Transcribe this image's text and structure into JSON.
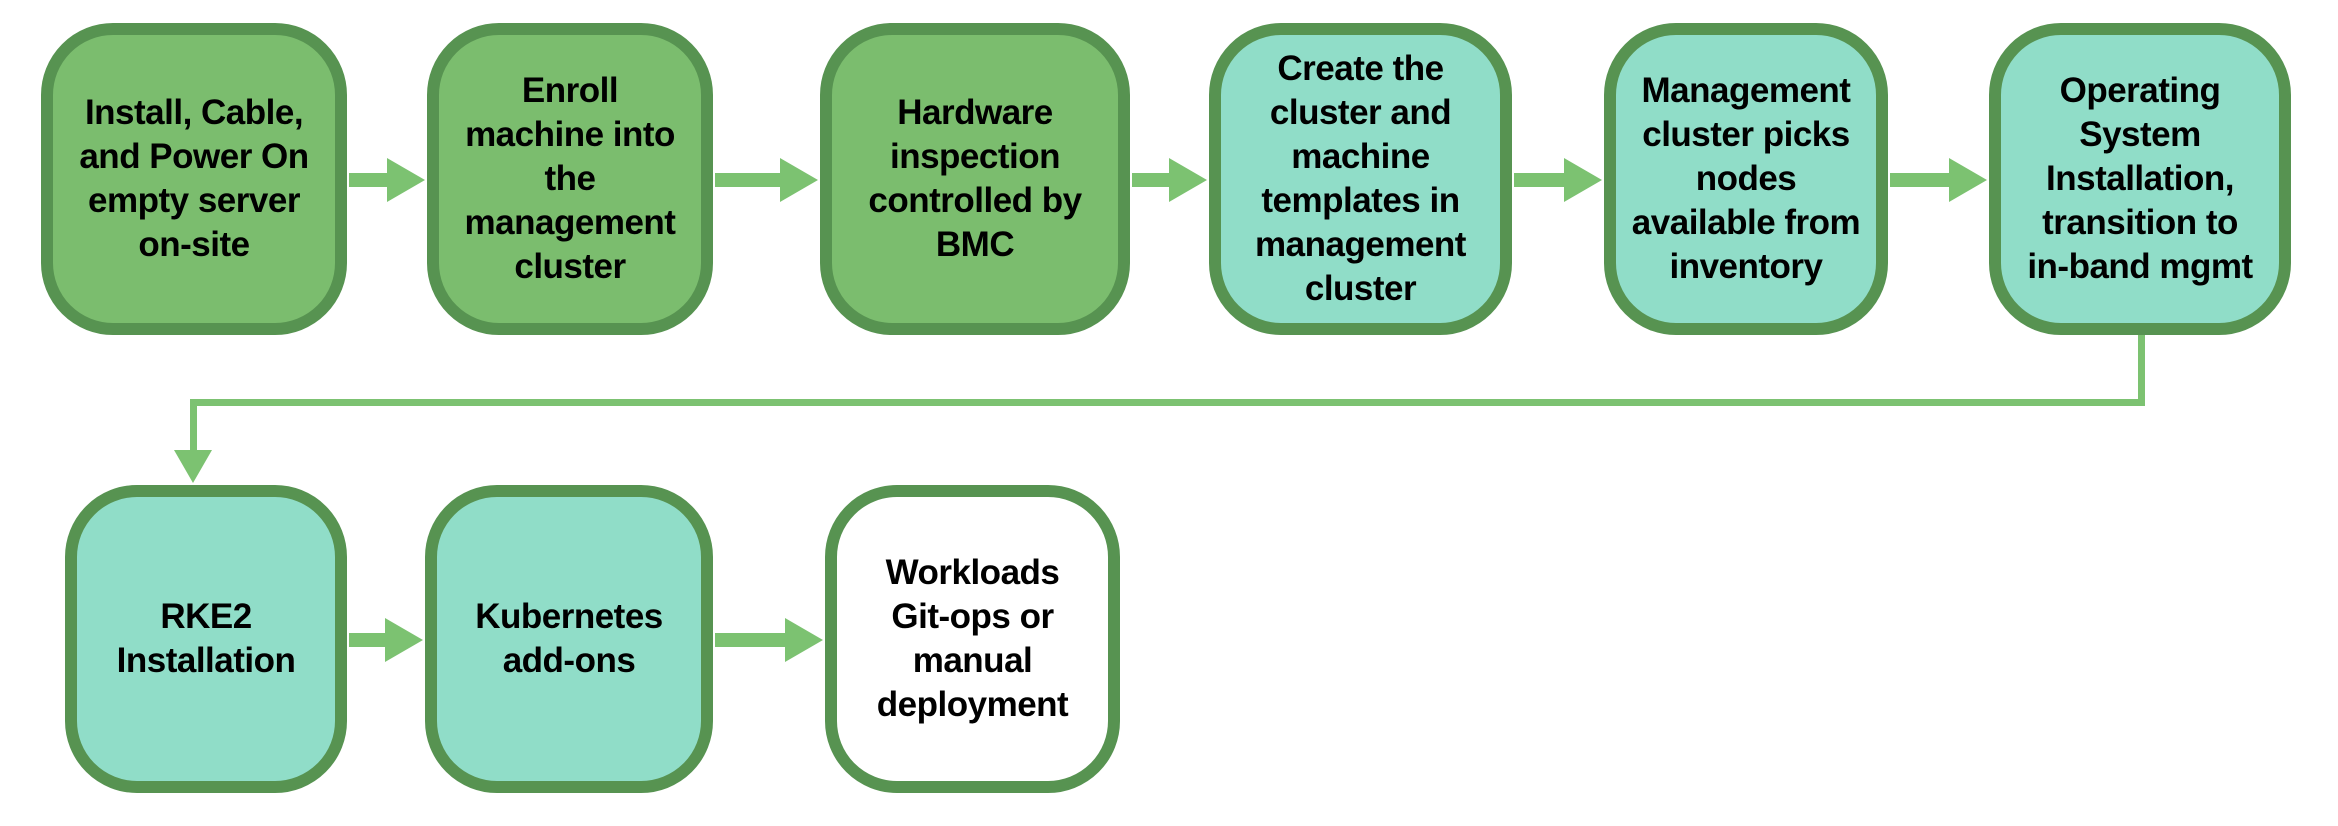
{
  "flowchart": {
    "background_color": "#ffffff",
    "colors": {
      "node_border": "#579351",
      "node_fill_green": "#7bbd6e",
      "node_fill_teal": "#90ddc8",
      "node_fill_white": "#ffffff",
      "arrow": "#7cc271",
      "text": "#000000"
    },
    "nodes": [
      {
        "id": "n1",
        "row": 1,
        "fill": "green",
        "label": "Install, Cable,\nand Power On\nempty server\non-site"
      },
      {
        "id": "n2",
        "row": 1,
        "fill": "green",
        "label": "Enroll\nmachine into\nthe\nmanagement\ncluster"
      },
      {
        "id": "n3",
        "row": 1,
        "fill": "green",
        "label": "Hardware\ninspection\ncontrolled by\nBMC"
      },
      {
        "id": "n4",
        "row": 1,
        "fill": "teal",
        "label": "Create the\ncluster and\nmachine\ntemplates in\nmanagement\ncluster"
      },
      {
        "id": "n5",
        "row": 1,
        "fill": "teal",
        "label": "Management\ncluster picks\nnodes\navailable from\ninventory"
      },
      {
        "id": "n6",
        "row": 1,
        "fill": "teal",
        "label": "Operating\nSystem\nInstallation,\ntransition to\nin-band mgmt"
      },
      {
        "id": "n7",
        "row": 2,
        "fill": "teal",
        "label": "RKE2\nInstallation"
      },
      {
        "id": "n8",
        "row": 2,
        "fill": "teal",
        "label": "Kubernetes\nadd-ons"
      },
      {
        "id": "n9",
        "row": 2,
        "fill": "white",
        "label": "Workloads\nGit-ops or\nmanual\ndeployment"
      }
    ],
    "edges": [
      {
        "from": "n1",
        "to": "n2",
        "type": "straight-right"
      },
      {
        "from": "n2",
        "to": "n3",
        "type": "straight-right"
      },
      {
        "from": "n3",
        "to": "n4",
        "type": "straight-right"
      },
      {
        "from": "n4",
        "to": "n5",
        "type": "straight-right"
      },
      {
        "from": "n5",
        "to": "n6",
        "type": "straight-right"
      },
      {
        "from": "n6",
        "to": "n7",
        "type": "elbow-down-left-down"
      },
      {
        "from": "n7",
        "to": "n8",
        "type": "straight-right"
      },
      {
        "from": "n8",
        "to": "n9",
        "type": "straight-right"
      }
    ]
  }
}
